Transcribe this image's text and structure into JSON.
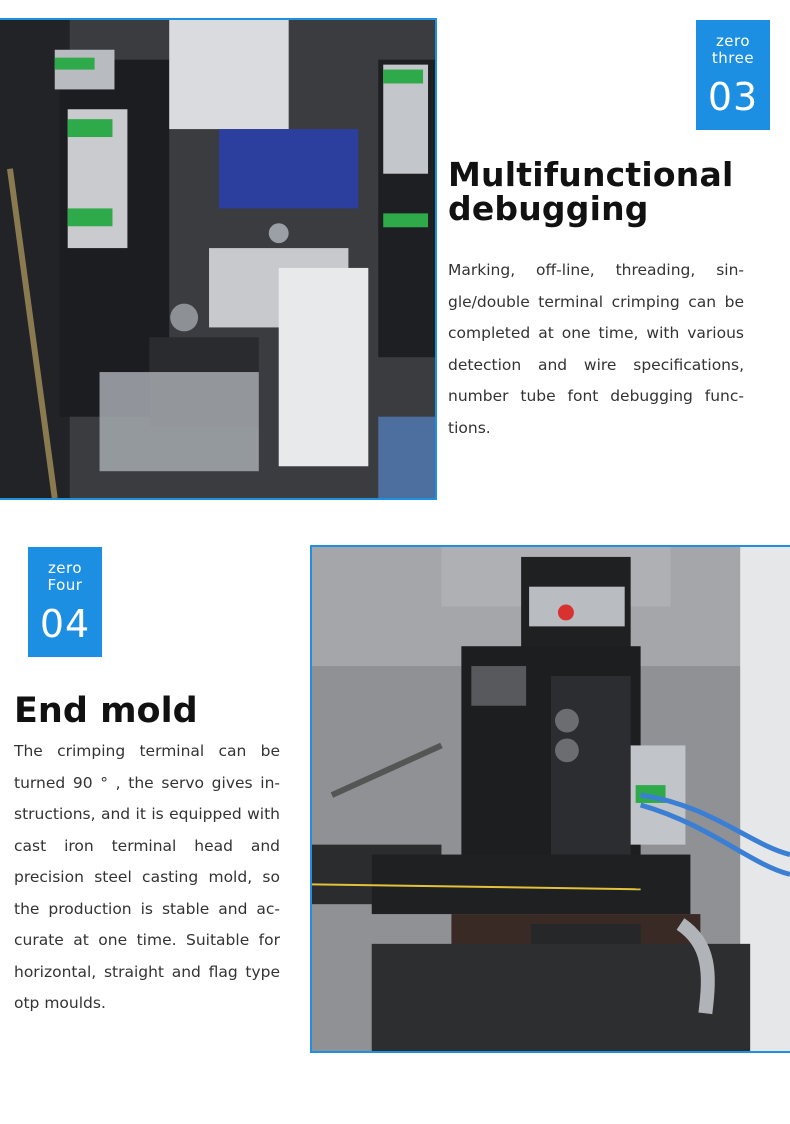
{
  "section_03": {
    "badge_word_1": "zero",
    "badge_word_2": "three",
    "badge_number": "03",
    "title_line_1": "Multifunctional",
    "title_line_2": "debugging",
    "description": "Marking, off-line, threading, sin-gle/double terminal crimping can be completed at one time, with various detection and wire specifications, number tube font debugging func-tions."
  },
  "section_04": {
    "badge_word_1": "zero",
    "badge_word_2": "Four",
    "badge_number": "04",
    "title": "End mold",
    "description": "The crimping terminal can be turned 90 ° , the servo gives in-structions, and it is equipped with cast iron terminal head and precision steel casting mold, so the production is stable and ac-curate at one time. Suitable for horizontal, straight and flag type otp moulds."
  },
  "colors": {
    "accent_blue": "#1d8fe3",
    "frame_blue": "#1f8fe0",
    "heading": "#111111",
    "body": "#333333"
  }
}
